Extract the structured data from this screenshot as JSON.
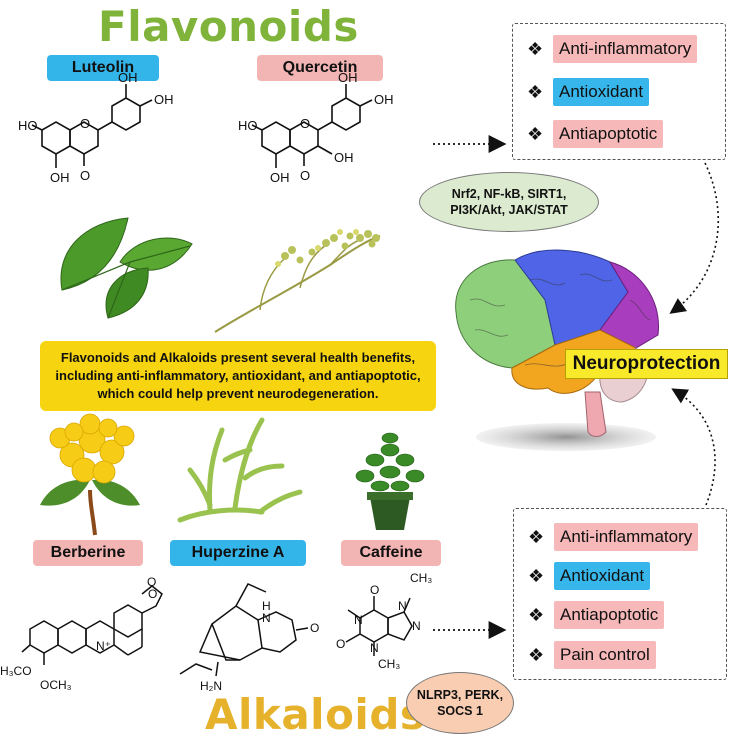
{
  "title_flavonoids": "Flavonoids",
  "title_alkaloids": "Alkaloids",
  "compounds": {
    "luteolin": "Luteolin",
    "quercetin": "Quercetin",
    "berberine": "Berberine",
    "huperzine": "Huperzine A",
    "caffeine": "Caffeine"
  },
  "flavonoid_effects": {
    "items": [
      "Anti-inflammatory",
      "Antioxidant",
      "Antiapoptotic"
    ]
  },
  "alkaloid_effects": {
    "items": [
      "Anti-inflammatory",
      "Antioxidant",
      "Antiapoptotic",
      "Pain control"
    ]
  },
  "flavonoid_pathways": [
    "Nrf2, NF-kB, SIRT1,",
    "PI3K/Akt, JAK/STAT"
  ],
  "alkaloid_pathways": [
    "NLRP3, PERK,",
    "SOCS 1"
  ],
  "summary_lines": [
    "Flavonoids and Alkaloids present several health benefits,",
    "including anti-inflammatory, antioxidant, and antiapoptotic,",
    "which could help prevent neurodegeneration."
  ],
  "outcome": "Neuroprotection",
  "structure_labels": {
    "oh": "OH",
    "ho": "HO",
    "o": "O",
    "n": "N",
    "nplus": "N⁺",
    "h": "H",
    "h2n": "H₂N",
    "h3co": "H₃CO",
    "och3": "OCH₃",
    "ch3": "CH₃"
  },
  "colors": {
    "flavonoid_title": "#7fb33a",
    "alkaloid_title": "#e6b22c",
    "tag_blue": "#33b5ea",
    "tag_pink": "#f3b4b4",
    "summary_bg": "#f6d40f",
    "neuro_bg": "#f8ea2a"
  },
  "icons": [
    "diamond-bullet-icon",
    "dotted-arrow-icon",
    "brain-icon",
    "leaf-icon",
    "flower-icon",
    "plant-icon",
    "potted-plant-icon"
  ]
}
